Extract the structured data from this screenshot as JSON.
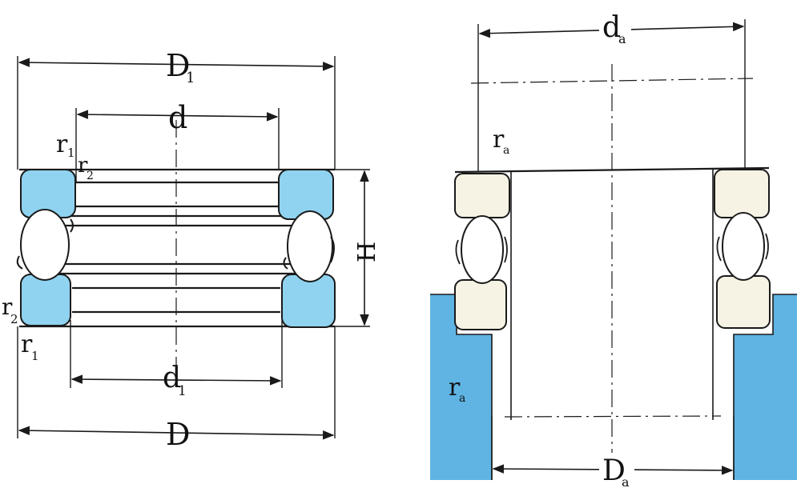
{
  "left_diagram": {
    "labels": {
      "D1": {
        "main": "D",
        "sub": "1"
      },
      "d": {
        "main": "d",
        "sub": ""
      },
      "r1_top": {
        "main": "r",
        "sub": "1"
      },
      "r2_top": {
        "main": "r",
        "sub": "2"
      },
      "H": {
        "main": "H",
        "sub": ""
      },
      "r2_bottom": {
        "main": "r",
        "sub": "2"
      },
      "r1_bottom": {
        "main": "r",
        "sub": "1"
      },
      "d1": {
        "main": "d",
        "sub": "1"
      },
      "D": {
        "main": "D",
        "sub": ""
      }
    }
  },
  "right_diagram": {
    "labels": {
      "da": {
        "main": "d",
        "sub": "a"
      },
      "ra_top": {
        "main": "r",
        "sub": "a"
      },
      "ra_bottom": {
        "main": "r",
        "sub": "a"
      },
      "Da": {
        "main": "D",
        "sub": "a"
      }
    }
  },
  "colors": {
    "washer_fill": "#8fd3f0",
    "housing_fill": "#5fb4e3",
    "ring_fill": "#f6f2e4",
    "line": "#1a1a1a"
  }
}
